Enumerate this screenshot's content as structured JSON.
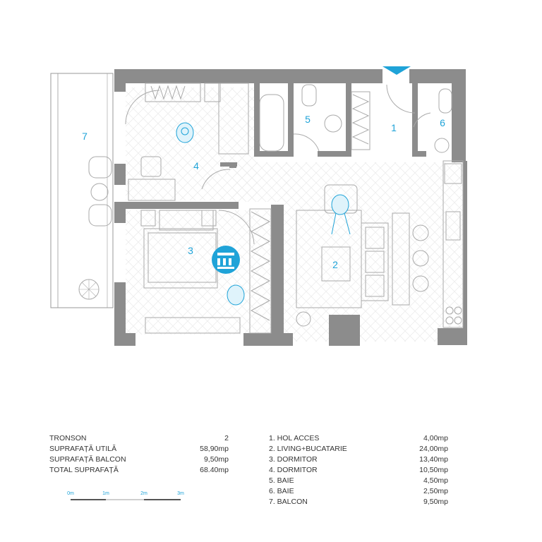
{
  "colors": {
    "wall": "#8c8c8c",
    "accent": "#1fa3d8",
    "furniture": "#aaaaaa",
    "text": "#333333"
  },
  "plan": {
    "room_labels": [
      "1",
      "2",
      "3",
      "4",
      "5",
      "6",
      "7"
    ],
    "entrance": "entrance-marker-icon",
    "watermark": "logo-icon"
  },
  "summary": [
    {
      "label": "TRONSON",
      "value": "2"
    },
    {
      "label": "SUPRAFAȚĂ UTILĂ",
      "value": "58,90mp"
    },
    {
      "label": "SUPRAFAȚĂ BALCON",
      "value": "9,50mp"
    },
    {
      "label": "TOTAL SUPRAFAȚĂ",
      "value": "68.40mp"
    }
  ],
  "rooms": [
    {
      "label": "1. HOL ACCES",
      "value": "4,00mp"
    },
    {
      "label": "2. LIVING+BUCATARIE",
      "value": "24,00mp"
    },
    {
      "label": "3. DORMITOR",
      "value": "13,40mp"
    },
    {
      "label": "4. DORMITOR",
      "value": "10,50mp"
    },
    {
      "label": "5. BAIE",
      "value": "4,50mp"
    },
    {
      "label": "6. BAIE",
      "value": "2,50mp"
    },
    {
      "label": "7. BALCON",
      "value": "9,50mp"
    }
  ],
  "scale": {
    "labels": [
      "0m",
      "1m",
      "2m",
      "3m"
    ]
  }
}
